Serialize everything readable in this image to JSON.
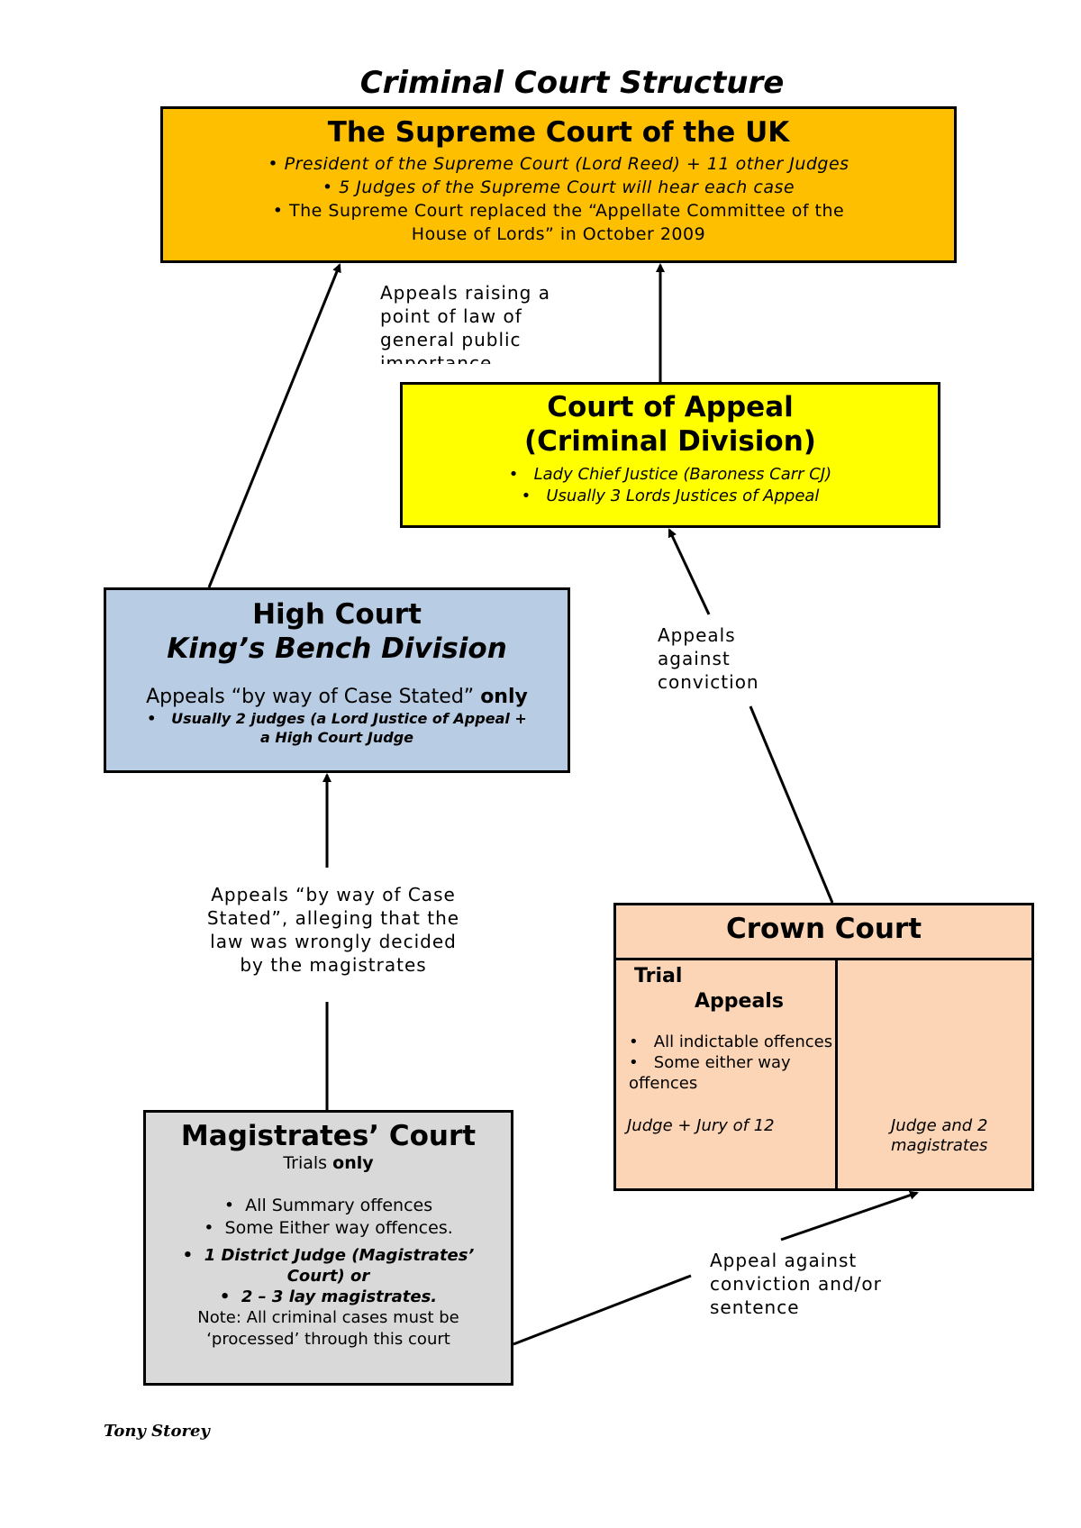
{
  "title": "Criminal Court Structure",
  "supreme_court": {
    "name": "The Supreme Court of the UK",
    "bullets": [
      "President of the Supreme Court (Lord Reed) + 11 other Judges",
      "5 Judges of the Supreme Court will hear each case",
      "The Supreme Court replaced the “Appellate Committee of the",
      "House of Lords” in October 2009"
    ],
    "color": "#fdbf00"
  },
  "court_of_appeal": {
    "name_line1": "Court of Appeal",
    "name_line2": "(Criminal Division)",
    "bullets": [
      "Lady Chief Justice (Baroness Carr CJ)",
      "Usually 3 Lords Justices of Appeal"
    ],
    "color": "#ffff00"
  },
  "high_court": {
    "name": "High Court",
    "division": "King’s Bench Division",
    "note": "Appeals “by way of Case Stated”",
    "note_emphasis": "only",
    "bullet_line1": "Usually 2 judges (a Lord Justice of Appeal +",
    "bullet_line2": "a High Court Judge",
    "color": "#b8cce4"
  },
  "crown_court": {
    "name": "Crown Court",
    "trial_label": "Trial",
    "appeals_label": "Appeals",
    "trial_bullets": [
      "All indictable offences",
      "Some either way",
      "offences"
    ],
    "trial_bench": "Judge + Jury of 12",
    "appeals_bench_line1": "Judge and 2",
    "appeals_bench_line2": "magistrates",
    "color": "#fbd5b5"
  },
  "magistrates_court": {
    "name": "Magistrates’ Court",
    "subtitle": "Trials",
    "subtitle_emphasis": "only",
    "bullets": [
      "All Summary offences",
      "Some Either way offences."
    ],
    "judges_line1": "1 District Judge (Magistrates’",
    "judges_line2": "Court) or",
    "judges_line3": "2 – 3 lay magistrates.",
    "note_line1": "Note: All criminal cases must be",
    "note_line2": "‘processed’ through this court",
    "color": "#d9d9d9"
  },
  "labels": {
    "to_supreme": [
      "Appeals raising a",
      "point of law of",
      "general public",
      "importance"
    ],
    "to_appeal": [
      "Appeals",
      "against",
      "conviction"
    ],
    "to_high": [
      "Appeals “by way of Case",
      "Stated”, alleging that the",
      "law was wrongly decided",
      "by the magistrates"
    ],
    "to_crown": [
      "Appeal against",
      "conviction and/or",
      "sentence"
    ]
  },
  "author": "Tony Storey"
}
